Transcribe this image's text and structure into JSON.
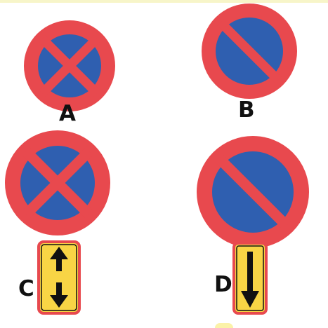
{
  "options": [
    {
      "letter": "A",
      "sign": "no-stopping-sign",
      "plate": null
    },
    {
      "letter": "B",
      "sign": "no-parking-sign",
      "plate": null
    },
    {
      "letter": "C",
      "sign": "no-stopping-sign",
      "plate": "up-down-arrow-plate"
    },
    {
      "letter": "D",
      "sign": "no-parking-sign",
      "plate": "down-arrow-plate"
    }
  ],
  "colors": {
    "ring_red": "#e8494e",
    "disc_blue": "#2f5fb0",
    "plate_yellow": "#f8d545",
    "arrow_black": "#111111",
    "background": "#ffffff"
  }
}
